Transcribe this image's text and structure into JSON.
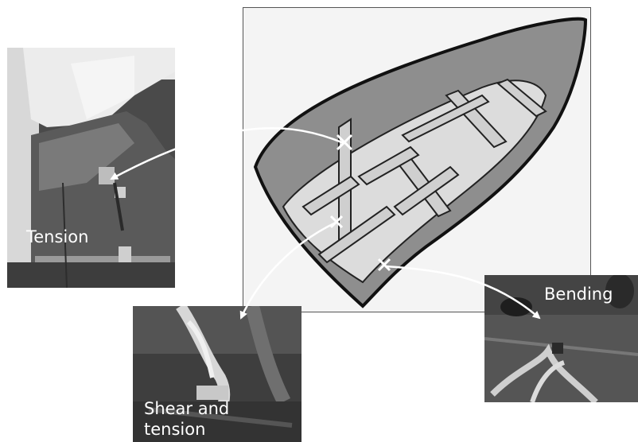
{
  "labels": {
    "tension": "Tension",
    "shear_line1": "Shear and",
    "shear_line2": "tension",
    "bending": "Bending"
  },
  "colors": {
    "photo_dark": "#3c3c3c",
    "photo_mid": "#6a6a6a",
    "photo_light": "#cfcfcf",
    "sketch_bg": "#f4f4f4",
    "hull_shade": "#8a8a8a",
    "arrow": "#ffffff",
    "label_text": "#ffffff"
  },
  "icons": [
    "arrow-icon"
  ]
}
